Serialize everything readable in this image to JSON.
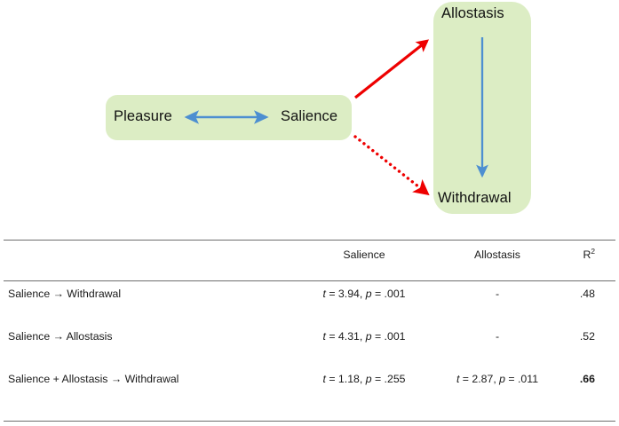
{
  "figure": {
    "type": "path-mediation-diagram-with-table",
    "colors": {
      "node_fill": "#dcedc4",
      "blue_arrow": "#4d8fd1",
      "red_arrow": "#ee0000",
      "rule": "#6e6e6e",
      "text": "#1a1a1a",
      "background": "#ffffff"
    }
  },
  "diagram": {
    "nodes": [
      {
        "id": "pleasure",
        "label": "Pleasure"
      },
      {
        "id": "salience",
        "label": "Salience"
      },
      {
        "id": "allostasis",
        "label": "Allostasis"
      },
      {
        "id": "withdrawal",
        "label": "Withdrawal"
      }
    ],
    "boxes": [
      {
        "id": "box-pleasure-salience",
        "contains": [
          "Pleasure",
          "Salience"
        ]
      },
      {
        "id": "box-allostasis-withdrawal",
        "contains": [
          "Allostasis",
          "Withdrawal"
        ]
      }
    ],
    "arrows": [
      {
        "id": "arrow-pleasure-salience",
        "from": "Pleasure",
        "to": "Salience",
        "style": "solid",
        "color": "#4d8fd1",
        "heads": "both"
      },
      {
        "id": "arrow-allostasis-withdrawal",
        "from": "Allostasis",
        "to": "Withdrawal",
        "style": "solid",
        "color": "#4d8fd1",
        "heads": "end"
      },
      {
        "id": "arrow-salience-allostasis",
        "from": "Salience",
        "to": "Allostasis",
        "style": "solid",
        "color": "#ee0000",
        "heads": "end"
      },
      {
        "id": "arrow-salience-withdrawal",
        "from": "Salience",
        "to": "Withdrawal",
        "style": "dotted",
        "color": "#ee0000",
        "heads": "end"
      }
    ]
  },
  "chart_data": {
    "type": "table",
    "title": "",
    "columns": [
      "",
      "Salience",
      "Allostasis",
      "R2"
    ],
    "column_headers_display": [
      "",
      "Salience",
      "Allostasis",
      "R²"
    ],
    "rows": [
      {
        "label": "Salience → Withdrawal",
        "salience": {
          "t": 3.94,
          "p": 0.001,
          "display": "t = 3.94, p = .001"
        },
        "allostasis": {
          "display": "-"
        },
        "r2": {
          "value": 0.48,
          "display": ".48",
          "bold": false
        }
      },
      {
        "label": "Salience → Allostasis",
        "salience": {
          "t": 4.31,
          "p": 0.001,
          "display": "t = 4.31, p = .001"
        },
        "allostasis": {
          "display": "-"
        },
        "r2": {
          "value": 0.52,
          "display": ".52",
          "bold": false
        }
      },
      {
        "label": "Salience + Allostasis → Withdrawal",
        "salience": {
          "t": 1.18,
          "p": 0.255,
          "display": "t = 1.18, p = .255"
        },
        "allostasis": {
          "t": 2.87,
          "p": 0.011,
          "display": "t = 2.87, p = .011"
        },
        "r2": {
          "value": 0.66,
          "display": ".66",
          "bold": true
        }
      }
    ]
  },
  "table": {
    "header": {
      "col_blank": "",
      "col_salience": "Salience",
      "col_allostasis": "Allostasis",
      "col_r2_base": "R",
      "col_r2_exp": "2"
    },
    "rows": [
      {
        "label": "Salience → Withdrawal",
        "sal_t_sym": "t",
        "sal_t_rest": " = 3.94, ",
        "sal_p_sym": "p",
        "sal_p_rest": " = .001",
        "allo": "-",
        "r2": ".48"
      },
      {
        "label": "Salience → Allostasis",
        "sal_t_sym": "t",
        "sal_t_rest": " = 4.31, ",
        "sal_p_sym": "p",
        "sal_p_rest": " = .001",
        "allo": "-",
        "r2": ".52"
      },
      {
        "label": "Salience + Allostasis → Withdrawal",
        "sal_t_sym": "t",
        "sal_t_rest": " = 1.18, ",
        "sal_p_sym": "p",
        "sal_p_rest": " = .255",
        "allo_t_sym": "t",
        "allo_t_rest": " = 2.87, ",
        "allo_p_sym": "p",
        "allo_p_rest": " = .011",
        "r2": ".66"
      }
    ]
  }
}
